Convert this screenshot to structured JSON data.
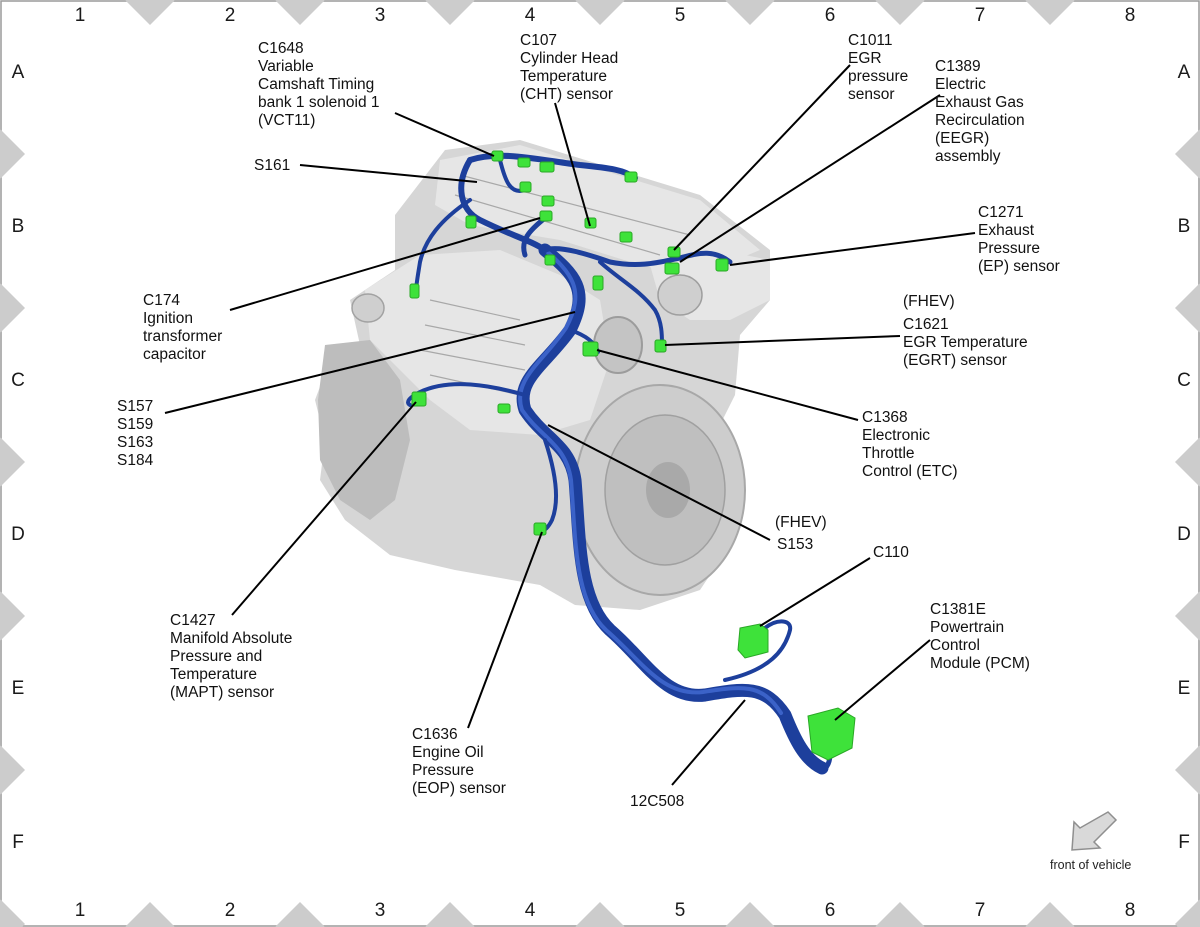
{
  "grid": {
    "columns": [
      "1",
      "2",
      "3",
      "4",
      "5",
      "6",
      "7",
      "8"
    ],
    "rows": [
      "A",
      "B",
      "C",
      "D",
      "E",
      "F"
    ]
  },
  "callouts": {
    "c1648": [
      "C1648",
      "Variable",
      "Camshaft Timing",
      "bank 1 solenoid 1",
      "(VCT11)"
    ],
    "c107": [
      "C107",
      "Cylinder Head",
      "Temperature",
      "(CHT) sensor"
    ],
    "c1011": [
      "C1011",
      "EGR",
      "pressure",
      "sensor"
    ],
    "c1389": [
      "C1389",
      "Electric",
      "Exhaust Gas",
      "Recirculation",
      "(EEGR)",
      "assembly"
    ],
    "s161": [
      "S161"
    ],
    "c1271": [
      "C1271",
      "Exhaust",
      "Pressure",
      "(EP) sensor"
    ],
    "c174": [
      "C174",
      "Ignition",
      "transformer",
      "capacitor"
    ],
    "c1621": [
      "(FHEV)",
      "C1621",
      "EGR Temperature",
      "(EGRT) sensor"
    ],
    "s157": [
      "S157",
      "S159",
      "S163",
      "S184"
    ],
    "c1368": [
      "C1368",
      "Electronic",
      "Throttle",
      "Control (ETC)"
    ],
    "s153": [
      "(FHEV)",
      "S153"
    ],
    "c110": [
      "C110"
    ],
    "c1381e": [
      "C1381E",
      "Powertrain",
      "Control",
      "Module (PCM)"
    ],
    "c1427": [
      "C1427",
      "Manifold Absolute",
      "Pressure and",
      "Temperature",
      "(MAPT) sensor"
    ],
    "c1636": [
      "C1636",
      "Engine Oil",
      "Pressure",
      "(EOP) sensor"
    ],
    "harness": [
      "12C508"
    ]
  },
  "orientation": {
    "label": "front of vehicle"
  },
  "colors": {
    "wire": "#1d3f9c",
    "connector": "#3ee23a",
    "frame_marker": "#cccccc"
  }
}
